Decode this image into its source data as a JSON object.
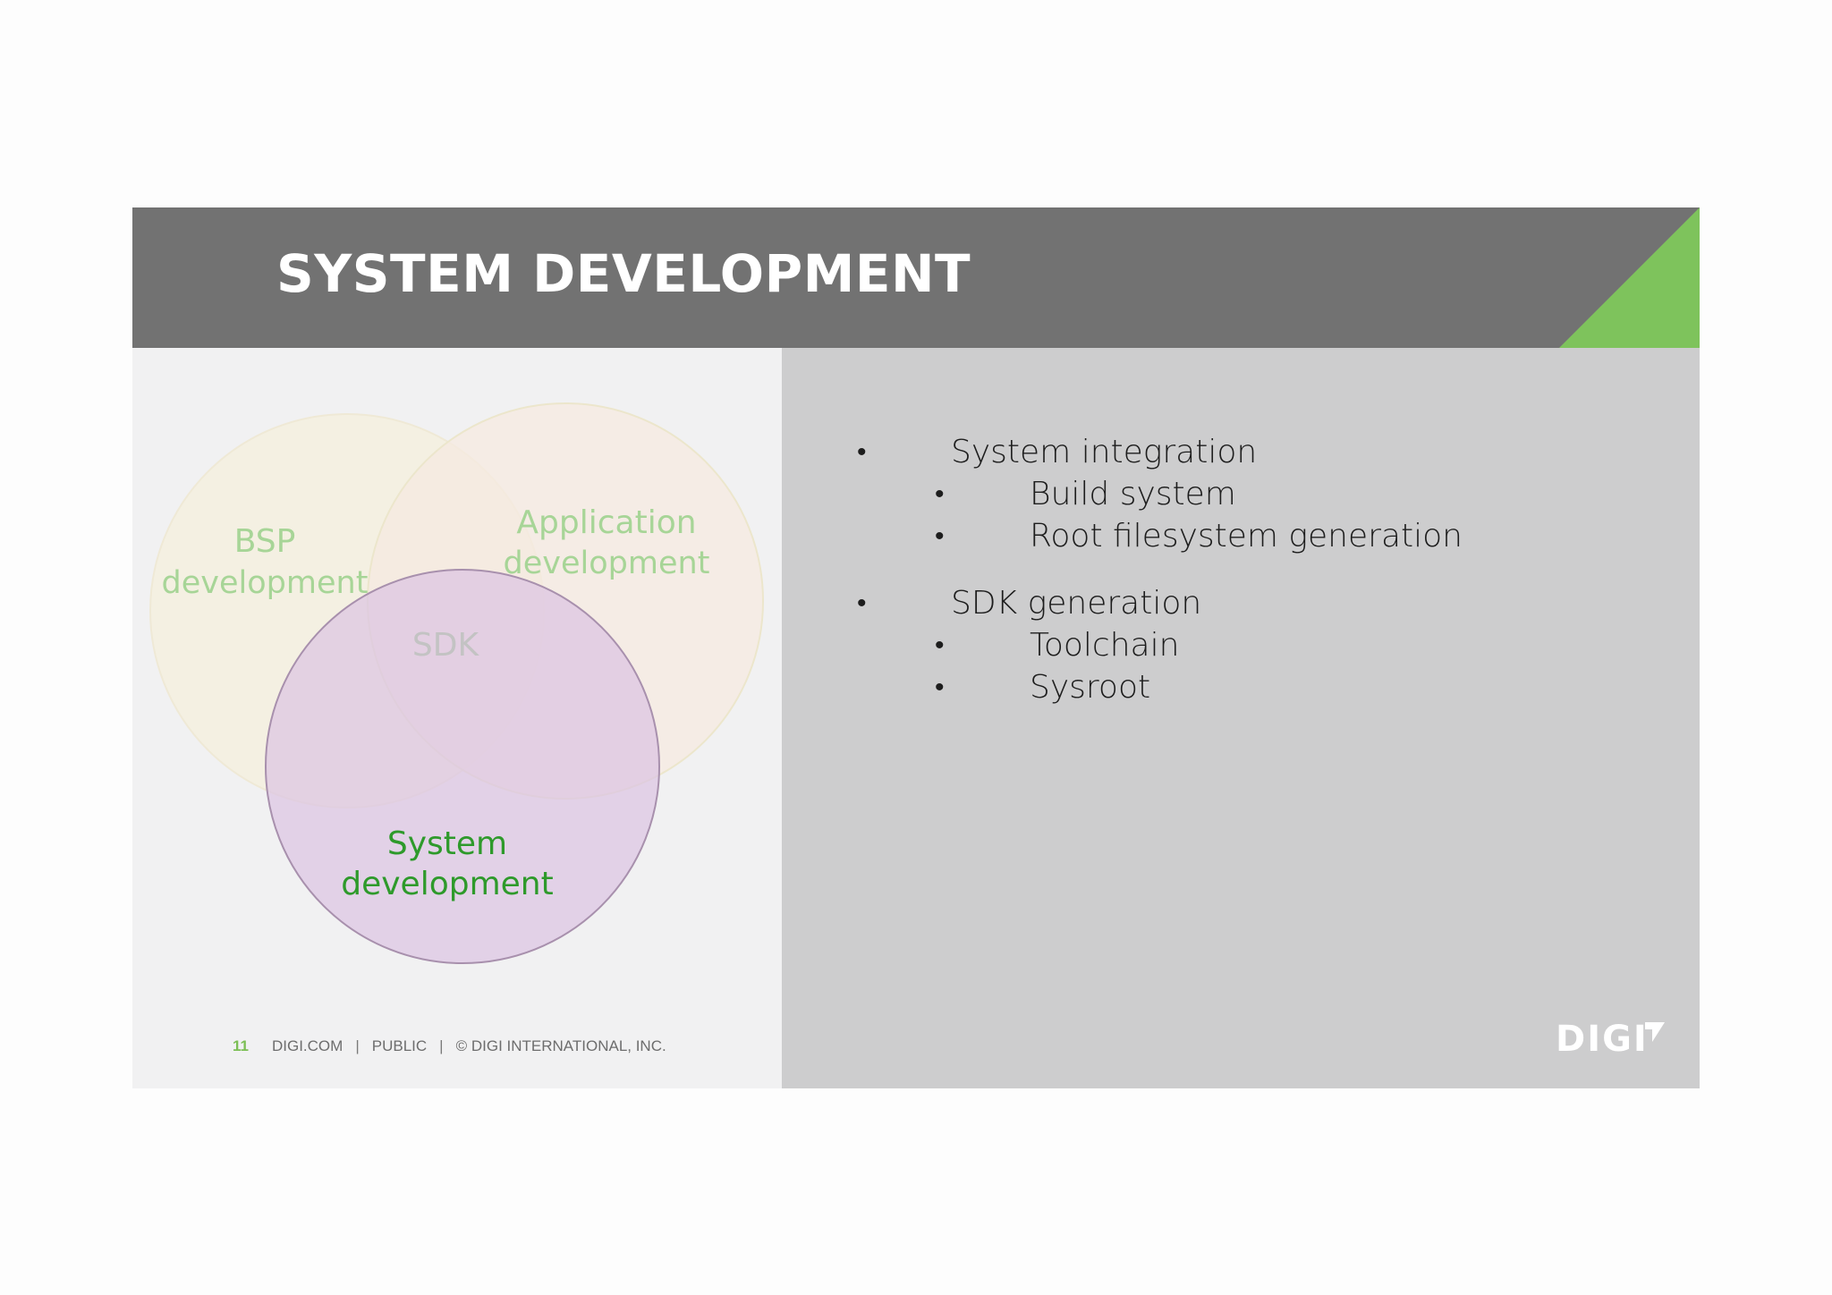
{
  "slide": {
    "title": "SYSTEM DEVELOPMENT",
    "accent_color": "#7ec35c",
    "header_color": "#727272"
  },
  "venn": {
    "circles": [
      {
        "label_line1": "BSP",
        "label_line2": "development",
        "color": "#f6f1e0",
        "text_color": "#9fd28d"
      },
      {
        "label_line1": "Application",
        "label_line2": "development",
        "color": "#f7ebe2",
        "text_color": "#9fd28d"
      },
      {
        "label_line1": "System",
        "label_line2": "development",
        "color": "#dfc9e6",
        "text_color": "#2e9a2b"
      }
    ],
    "center_label": "SDK"
  },
  "bullets": [
    {
      "text": "System integration",
      "children": [
        "Build system",
        "Root filesystem generation"
      ]
    },
    {
      "text": "SDK generation",
      "children": [
        "Toolchain",
        "Sysroot"
      ]
    }
  ],
  "footer": {
    "page_number": "11",
    "site": "DIGI.COM",
    "classification": "PUBLIC",
    "copyright": "© DIGI INTERNATIONAL, INC."
  },
  "logo": {
    "text": "DIGI",
    "icon": "digi-logo-icon"
  }
}
